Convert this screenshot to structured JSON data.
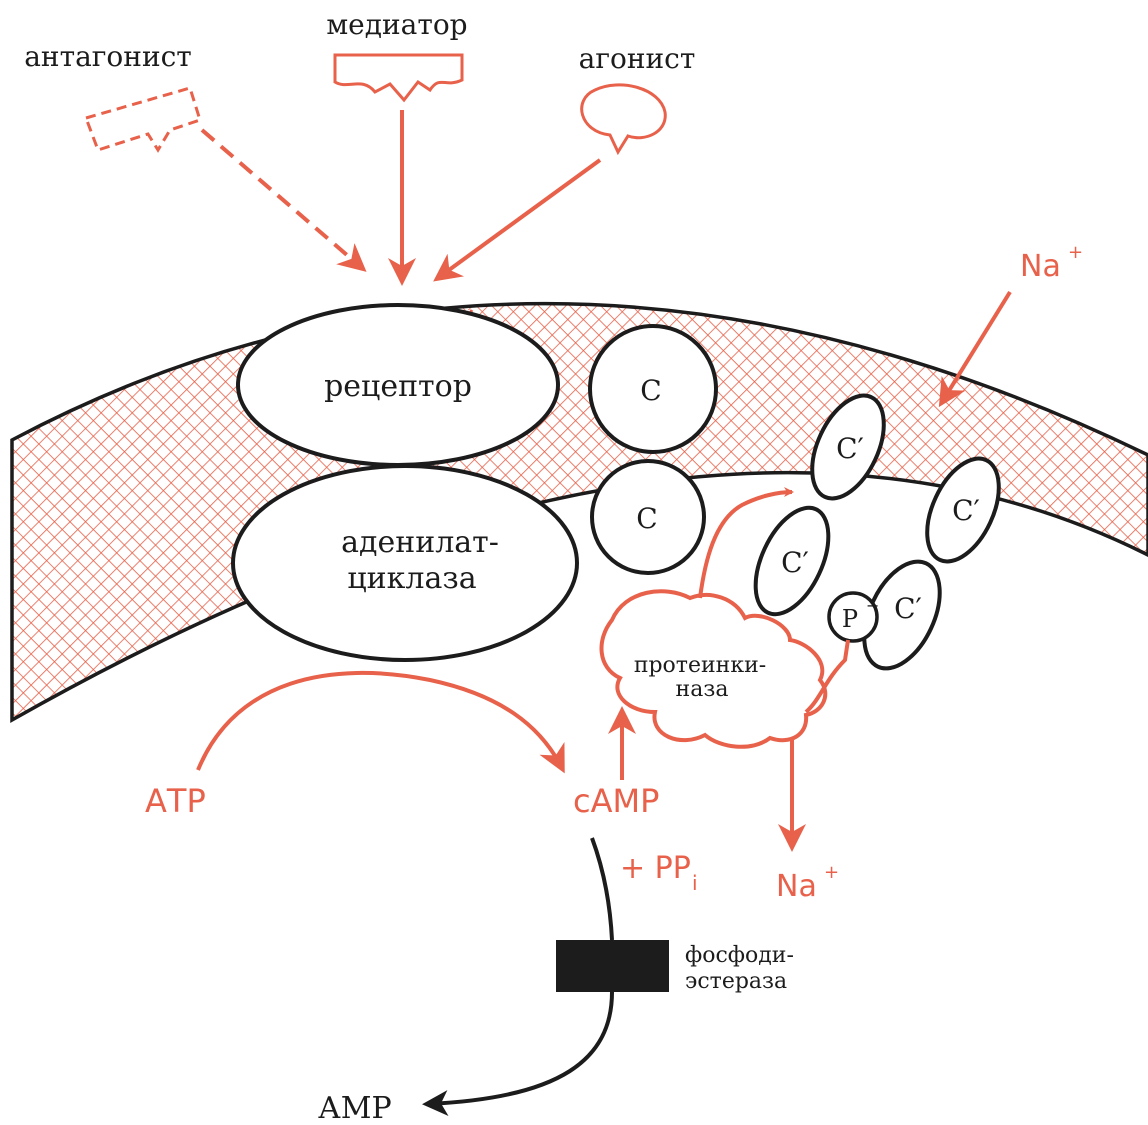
{
  "colors": {
    "accent": "#e8614a",
    "ink": "#1c1c1c",
    "membrane_hatch": "#e8614a",
    "background": "#ffffff"
  },
  "ligands": {
    "antagonist": "антагонист",
    "mediator": "медиатор",
    "agonist": "агонист"
  },
  "membrane": {
    "receptor": "рецептор",
    "adenylate_cyclase_line1": "аденилат-",
    "adenylate_cyclase_line2": "циклаза",
    "c_subunit": "С",
    "c_prime": "С′",
    "phosphate": "Р",
    "protein_kinase_line1": "протеинки-",
    "protein_kinase_line2": "наза"
  },
  "reactions": {
    "atp": "АТР",
    "camp": "сАМР",
    "pp": "+ PP",
    "pp_sub": "i",
    "na_outside": "Na",
    "na_inside": "Na",
    "na_charge": "+",
    "phosphodiesterase_line1": "фосфоди-",
    "phosphodiesterase_line2": "эстераза",
    "amp": "АМР"
  }
}
